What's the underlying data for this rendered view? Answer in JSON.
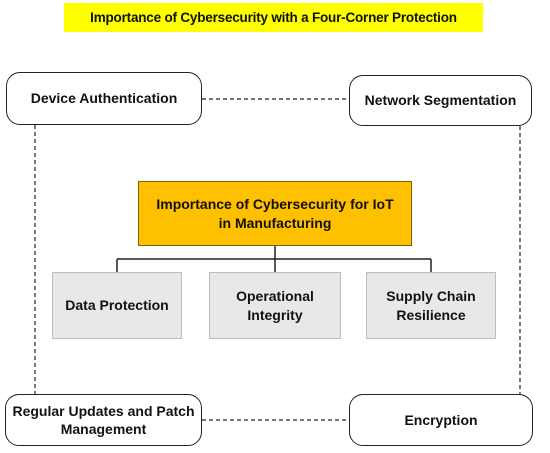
{
  "title": "Importance of Cybersecurity with a Four-Corner Protection",
  "center": {
    "label": "Importance of Cybersecurity for IoT in Manufacturing",
    "fill_color": "#ffc000"
  },
  "corners": {
    "top_left": "Device Authentication",
    "top_right": "Network Segmentation",
    "bottom_left": "Regular Updates and Patch Management",
    "bottom_right": "Encryption"
  },
  "sub_boxes": [
    "Data Protection",
    "Operational Integrity",
    "Supply Chain Resilience"
  ],
  "colors": {
    "title_background": "#ffff00",
    "sub_box_fill": "#e8e8e8"
  }
}
